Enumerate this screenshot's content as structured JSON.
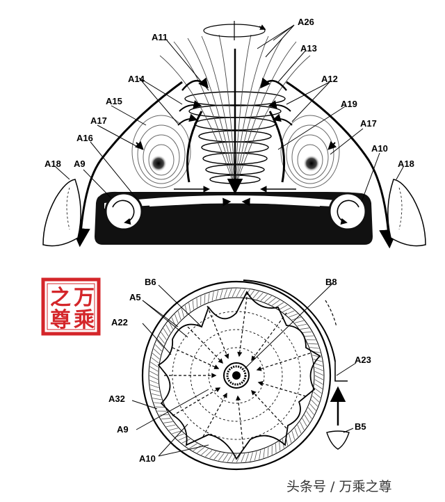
{
  "labels": {
    "a26": "A26",
    "a11": "A11",
    "a13": "A13",
    "a14": "A14",
    "a12": "A12",
    "a15": "A15",
    "a19": "A19",
    "a17_left": "A17",
    "a17_right": "A17",
    "a16": "A16",
    "a10_top": "A10",
    "a18_left": "A18",
    "a9_top": "A9",
    "a18_right": "A18",
    "b6": "B6",
    "b8": "B8",
    "a5": "A5",
    "a22": "A22",
    "a23": "A23",
    "a32": "A32",
    "a9_bottom": "A9",
    "b5": "B5",
    "a10_bottom": "A10"
  },
  "seal": {
    "chars": [
      "万",
      "之",
      "乘",
      "尊"
    ]
  },
  "watermark": "头条号 / 万乘之尊"
}
